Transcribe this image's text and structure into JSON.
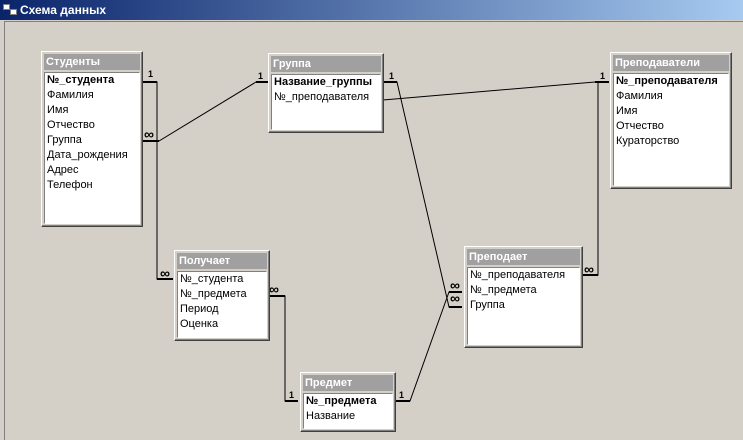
{
  "window": {
    "title": "Схема данных"
  },
  "tables": {
    "students": {
      "title": "Студенты",
      "fields": [
        "№_студента",
        "Фамилия",
        "Имя",
        "Отчество",
        "Группа",
        "Дата_рождения",
        "Адрес",
        "Телефон"
      ]
    },
    "group": {
      "title": "Группа",
      "fields": [
        "Название_группы",
        "№_преподавателя"
      ]
    },
    "teachers": {
      "title": "Преподаватели",
      "fields": [
        "№_преподавателя",
        "Фамилия",
        "Имя",
        "Отчество",
        "Кураторство"
      ]
    },
    "receives": {
      "title": "Получает",
      "fields": [
        "№_студента",
        "№_предмета",
        "Период",
        "Оценка"
      ]
    },
    "teaches": {
      "title": "Преподает",
      "fields": [
        "№_преподавателя",
        "№_предмета",
        "Группа"
      ]
    },
    "subject": {
      "title": "Предмет",
      "fields": [
        "№_предмета",
        "Название"
      ]
    }
  },
  "relationship_labels": {
    "one": "1",
    "many": "∞"
  }
}
